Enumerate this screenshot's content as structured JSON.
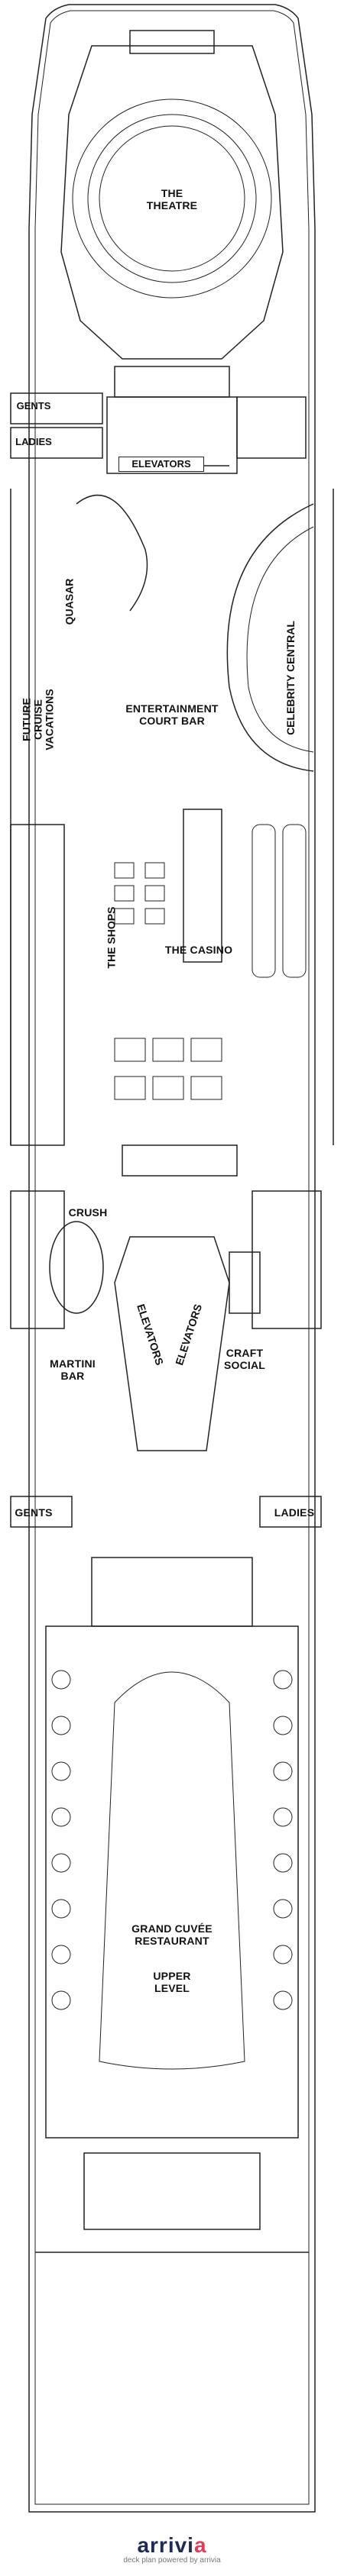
{
  "labels": {
    "theatre": "THE\nTHEATRE",
    "gents_fwd": "GENTS",
    "ladies_fwd": "LADIES",
    "elevators_fwd": "ELEVATORS",
    "quasar": "QUASAR",
    "celebrity_central": "CELEBRITY CENTRAL",
    "future_cruise": "FUTURE\nCRUISE\nVACATIONS",
    "entertainment_court": "ENTERTAINMENT\nCOURT BAR",
    "the_shops": "THE SHOPS",
    "the_casino": "THE CASINO",
    "crush": "CRUSH",
    "martini_bar": "MARTINI\nBAR",
    "craft_social": "CRAFT\nSOCIAL",
    "elevators_left": "ELEVATORS",
    "elevators_right": "ELEVATORS",
    "gents_aft": "GENTS",
    "ladies_aft": "LADIES",
    "grand_cuvee": "GRAND CUVÉE\nRESTAURANT",
    "upper_level": "UPPER\nLEVEL"
  },
  "brand": {
    "logo_main": "arrivi",
    "logo_end": "a",
    "tagline": "deck plan powered by arrivia"
  }
}
